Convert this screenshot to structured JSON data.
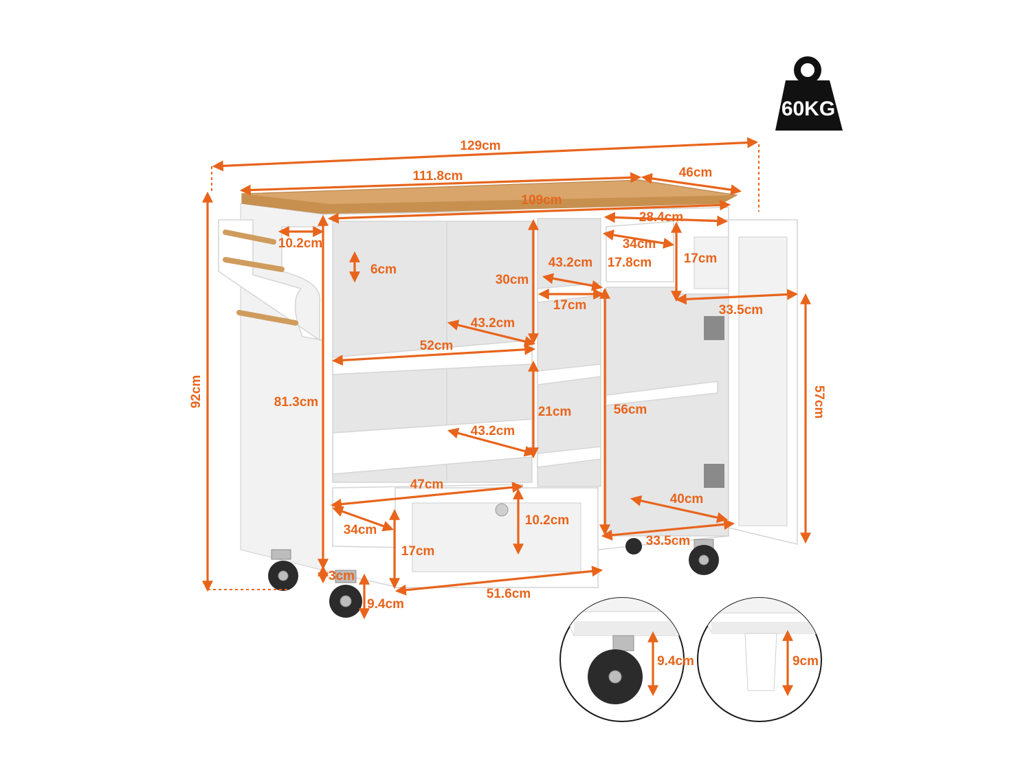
{
  "weight": {
    "label": "60KG",
    "icon": "weight-icon"
  },
  "dimensions": {
    "total_width": "129cm",
    "top_width": "111.8cm",
    "depth": "46cm",
    "inner_width": "109cm",
    "drawer_top_width": "28.4cm",
    "towel_rack": "10.2cm",
    "shelf_gap": "6cm",
    "drawer_top_depth": "34cm",
    "drawer_top_height_inner": "17.8cm",
    "drawer_top_height": "17cm",
    "mid_depth": "43.2cm",
    "upper_compartment_height": "30cm",
    "mid_width": "17cm",
    "door_width": "33.5cm",
    "upper_shelf_depth": "43.2cm",
    "upper_shelf_width": "52cm",
    "total_height": "92cm",
    "body_height": "81.3cm",
    "cabinet_inner_height": "56cm",
    "door_height": "57cm",
    "mid_compartment_height": "21cm",
    "lower_shelf_depth": "43.2cm",
    "drawer_bottom_width": "47cm",
    "cabinet_depth": "40cm",
    "drawer_bottom_depth": "34cm",
    "drawer_bottom_front_height": "10.2cm",
    "drawer_bottom_height": "17cm",
    "cabinet_bottom_width": "33.5cm",
    "base_gap": "3cm",
    "wheel_height": "9.4cm",
    "drawer_bottom_front_width": "51.6cm"
  },
  "details": {
    "wheel_height": "9.4cm",
    "leg_height": "9cm"
  },
  "colors": {
    "accent": "#e8641b",
    "wood": "#d9a56a",
    "body": "#ffffff"
  }
}
